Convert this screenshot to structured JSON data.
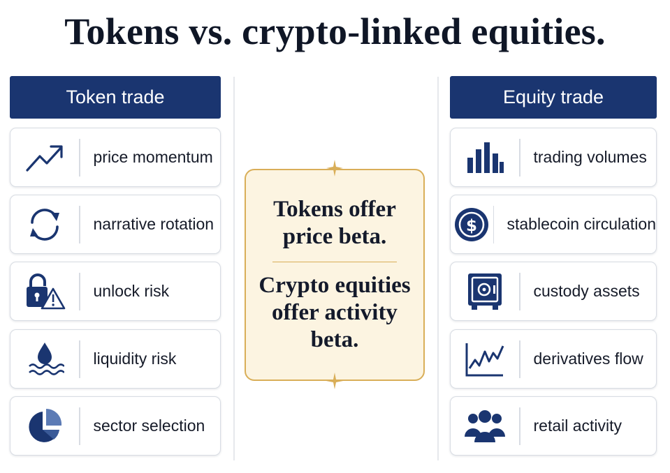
{
  "title": "Tokens vs. crypto-linked equities.",
  "left": {
    "header": "Token trade",
    "items": [
      {
        "label": "price momentum",
        "icon": "trending-up-icon"
      },
      {
        "label": "narrative rotation",
        "icon": "refresh-icon"
      },
      {
        "label": "unlock risk",
        "icon": "lock-warning-icon"
      },
      {
        "label": "liquidity risk",
        "icon": "water-drop-icon"
      },
      {
        "label": "sector selection",
        "icon": "pie-chart-icon"
      }
    ]
  },
  "right": {
    "header": "Equity trade",
    "items": [
      {
        "label": "trading volumes",
        "icon": "bar-chart-icon"
      },
      {
        "label": "stablecoin circulation",
        "icon": "dollar-coin-icon"
      },
      {
        "label": "custody assets",
        "icon": "safe-icon"
      },
      {
        "label": "derivatives flow",
        "icon": "line-chart-icon"
      },
      {
        "label": "retail activity",
        "icon": "people-icon"
      }
    ]
  },
  "center": {
    "line1": "Tokens offer price beta.",
    "line2": "Crypto equities offer activity beta."
  },
  "colors": {
    "navy": "#1a3570",
    "gold": "#d9ae58",
    "panel_bg": "#fcf4e1"
  }
}
